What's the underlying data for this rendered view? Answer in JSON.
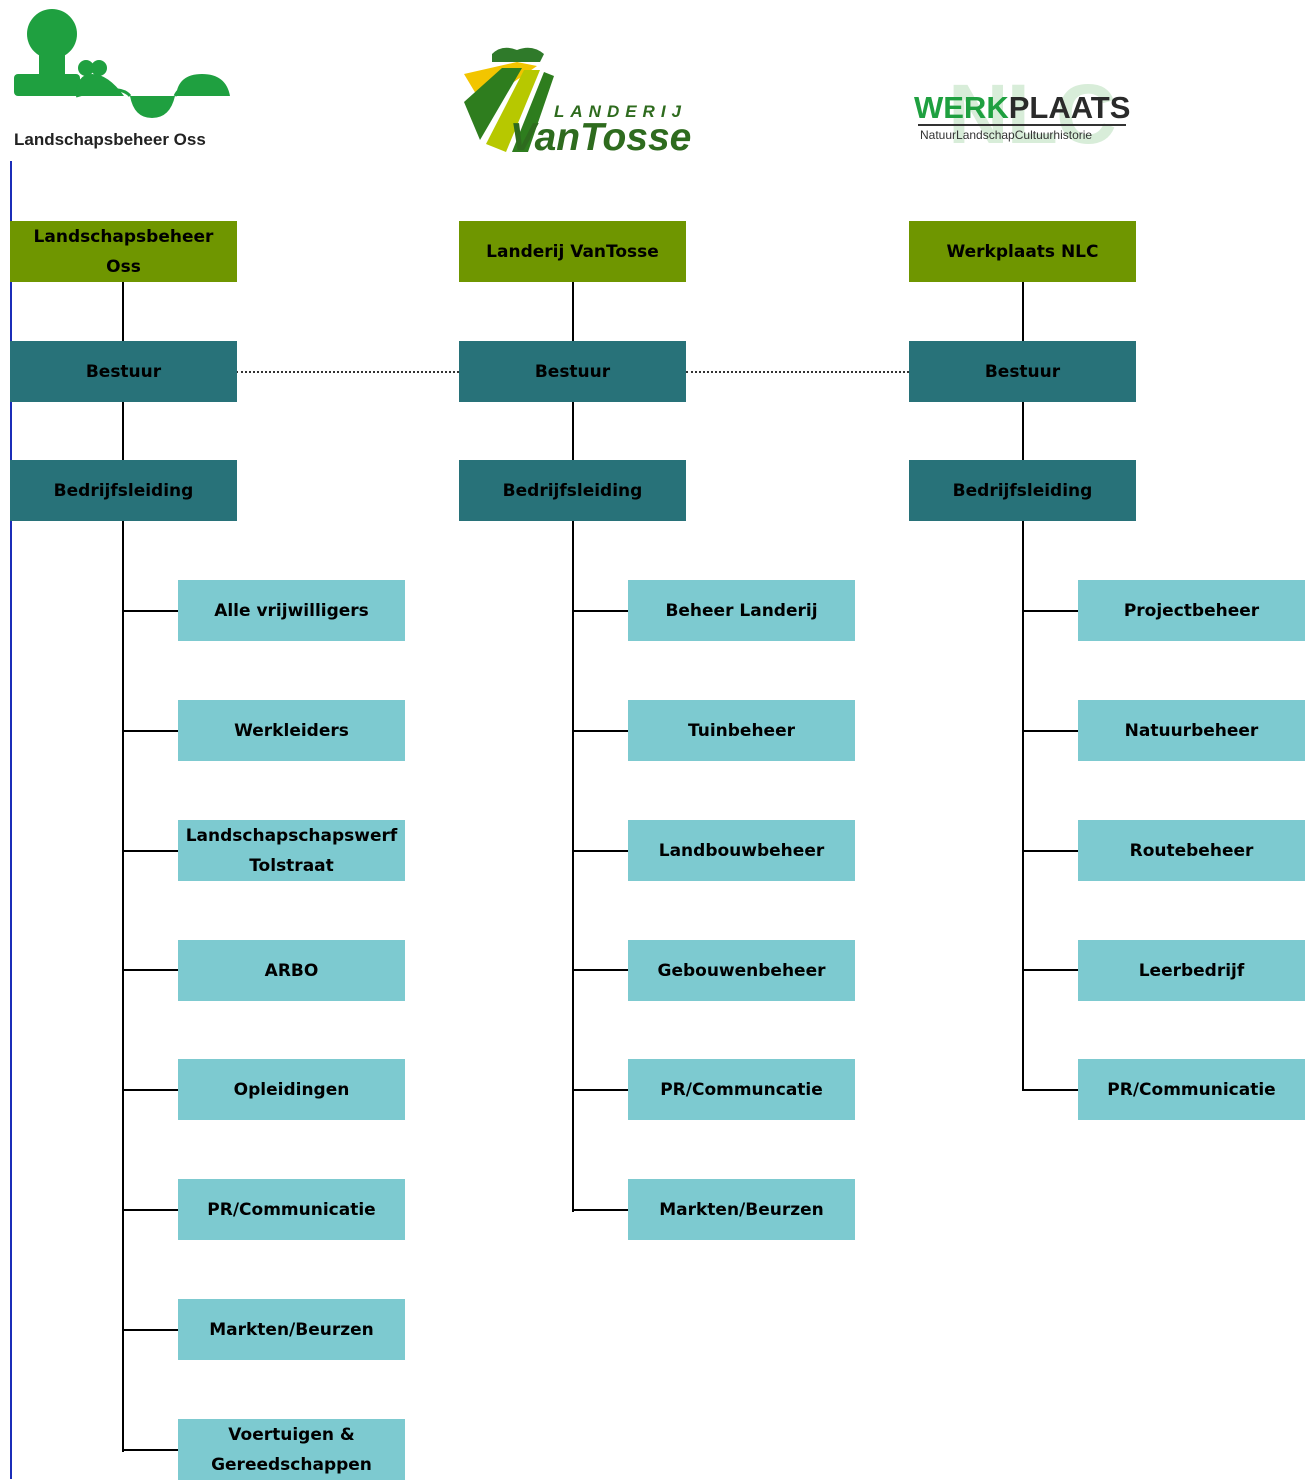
{
  "logos": {
    "lbo": {
      "text": "Landschapsbeheer Oss"
    },
    "vt": {
      "top": "LANDERIJ",
      "bottom": "VanTosse"
    },
    "wp": {
      "part1": "WERK",
      "part2": "PLAATS",
      "sub": "NatuurLandschapCultuurhistorie",
      "watermark": "NLC"
    }
  },
  "columns": [
    {
      "org": "Landschapsbeheer Oss",
      "board": "Bestuur",
      "management": "Bedrijfsleiding",
      "departments": [
        "Alle vrijwilligers",
        "Werkleiders",
        "Landschapschapswerf Tolstraat",
        "ARBO",
        "Opleidingen",
        "PR/Communicatie",
        "Markten/Beurzen",
        "Voertuigen & Gereedschappen"
      ]
    },
    {
      "org": "Landerij VanTosse",
      "board": "Bestuur",
      "management": "Bedrijfsleiding",
      "departments": [
        "Beheer Landerij",
        "Tuinbeheer",
        "Landbouwbeheer",
        "Gebouwenbeheer",
        "PR/Communcatie",
        "Markten/Beurzen"
      ]
    },
    {
      "org": "Werkplaats NLC",
      "board": "Bestuur",
      "management": "Bedrijfsleiding",
      "departments": [
        "Projectbeheer",
        "Natuurbeheer",
        "Routebeheer",
        "Leerbedrijf",
        "PR/Communicatie"
      ]
    }
  ],
  "colors": {
    "org": "#6f9600",
    "management": "#287279",
    "department": "#7dcad0"
  }
}
